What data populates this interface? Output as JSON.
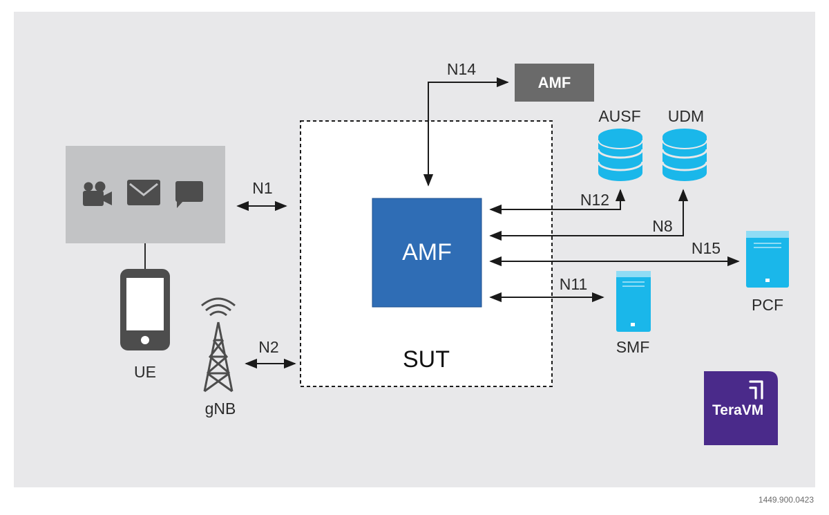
{
  "nodes": {
    "ue": "UE",
    "gnb": "gNB",
    "sut": "SUT",
    "amf_main": "AMF",
    "amf_peer": "AMF",
    "ausf": "AUSF",
    "udm": "UDM",
    "pcf": "PCF",
    "smf": "SMF"
  },
  "interfaces": {
    "n1": "N1",
    "n2": "N2",
    "n8": "N8",
    "n11": "N11",
    "n12": "N12",
    "n14": "N14",
    "n15": "N15"
  },
  "logo": {
    "text": "TeraVM"
  },
  "footer": {
    "code": "1449.900.0423"
  },
  "colors": {
    "background": "#e8e8ea",
    "amf_blue": "#2f6db5",
    "peer_amf_gray": "#6a6a6a",
    "device_gray": "#4d4d4d",
    "cyan": "#1ab7ea",
    "logo_purple": "#4a2a8a"
  },
  "icons": [
    "video-camera-icon",
    "envelope-icon",
    "chat-bubble-icon",
    "smartphone-icon",
    "cell-tower-icon",
    "database-icon",
    "server-icon"
  ]
}
